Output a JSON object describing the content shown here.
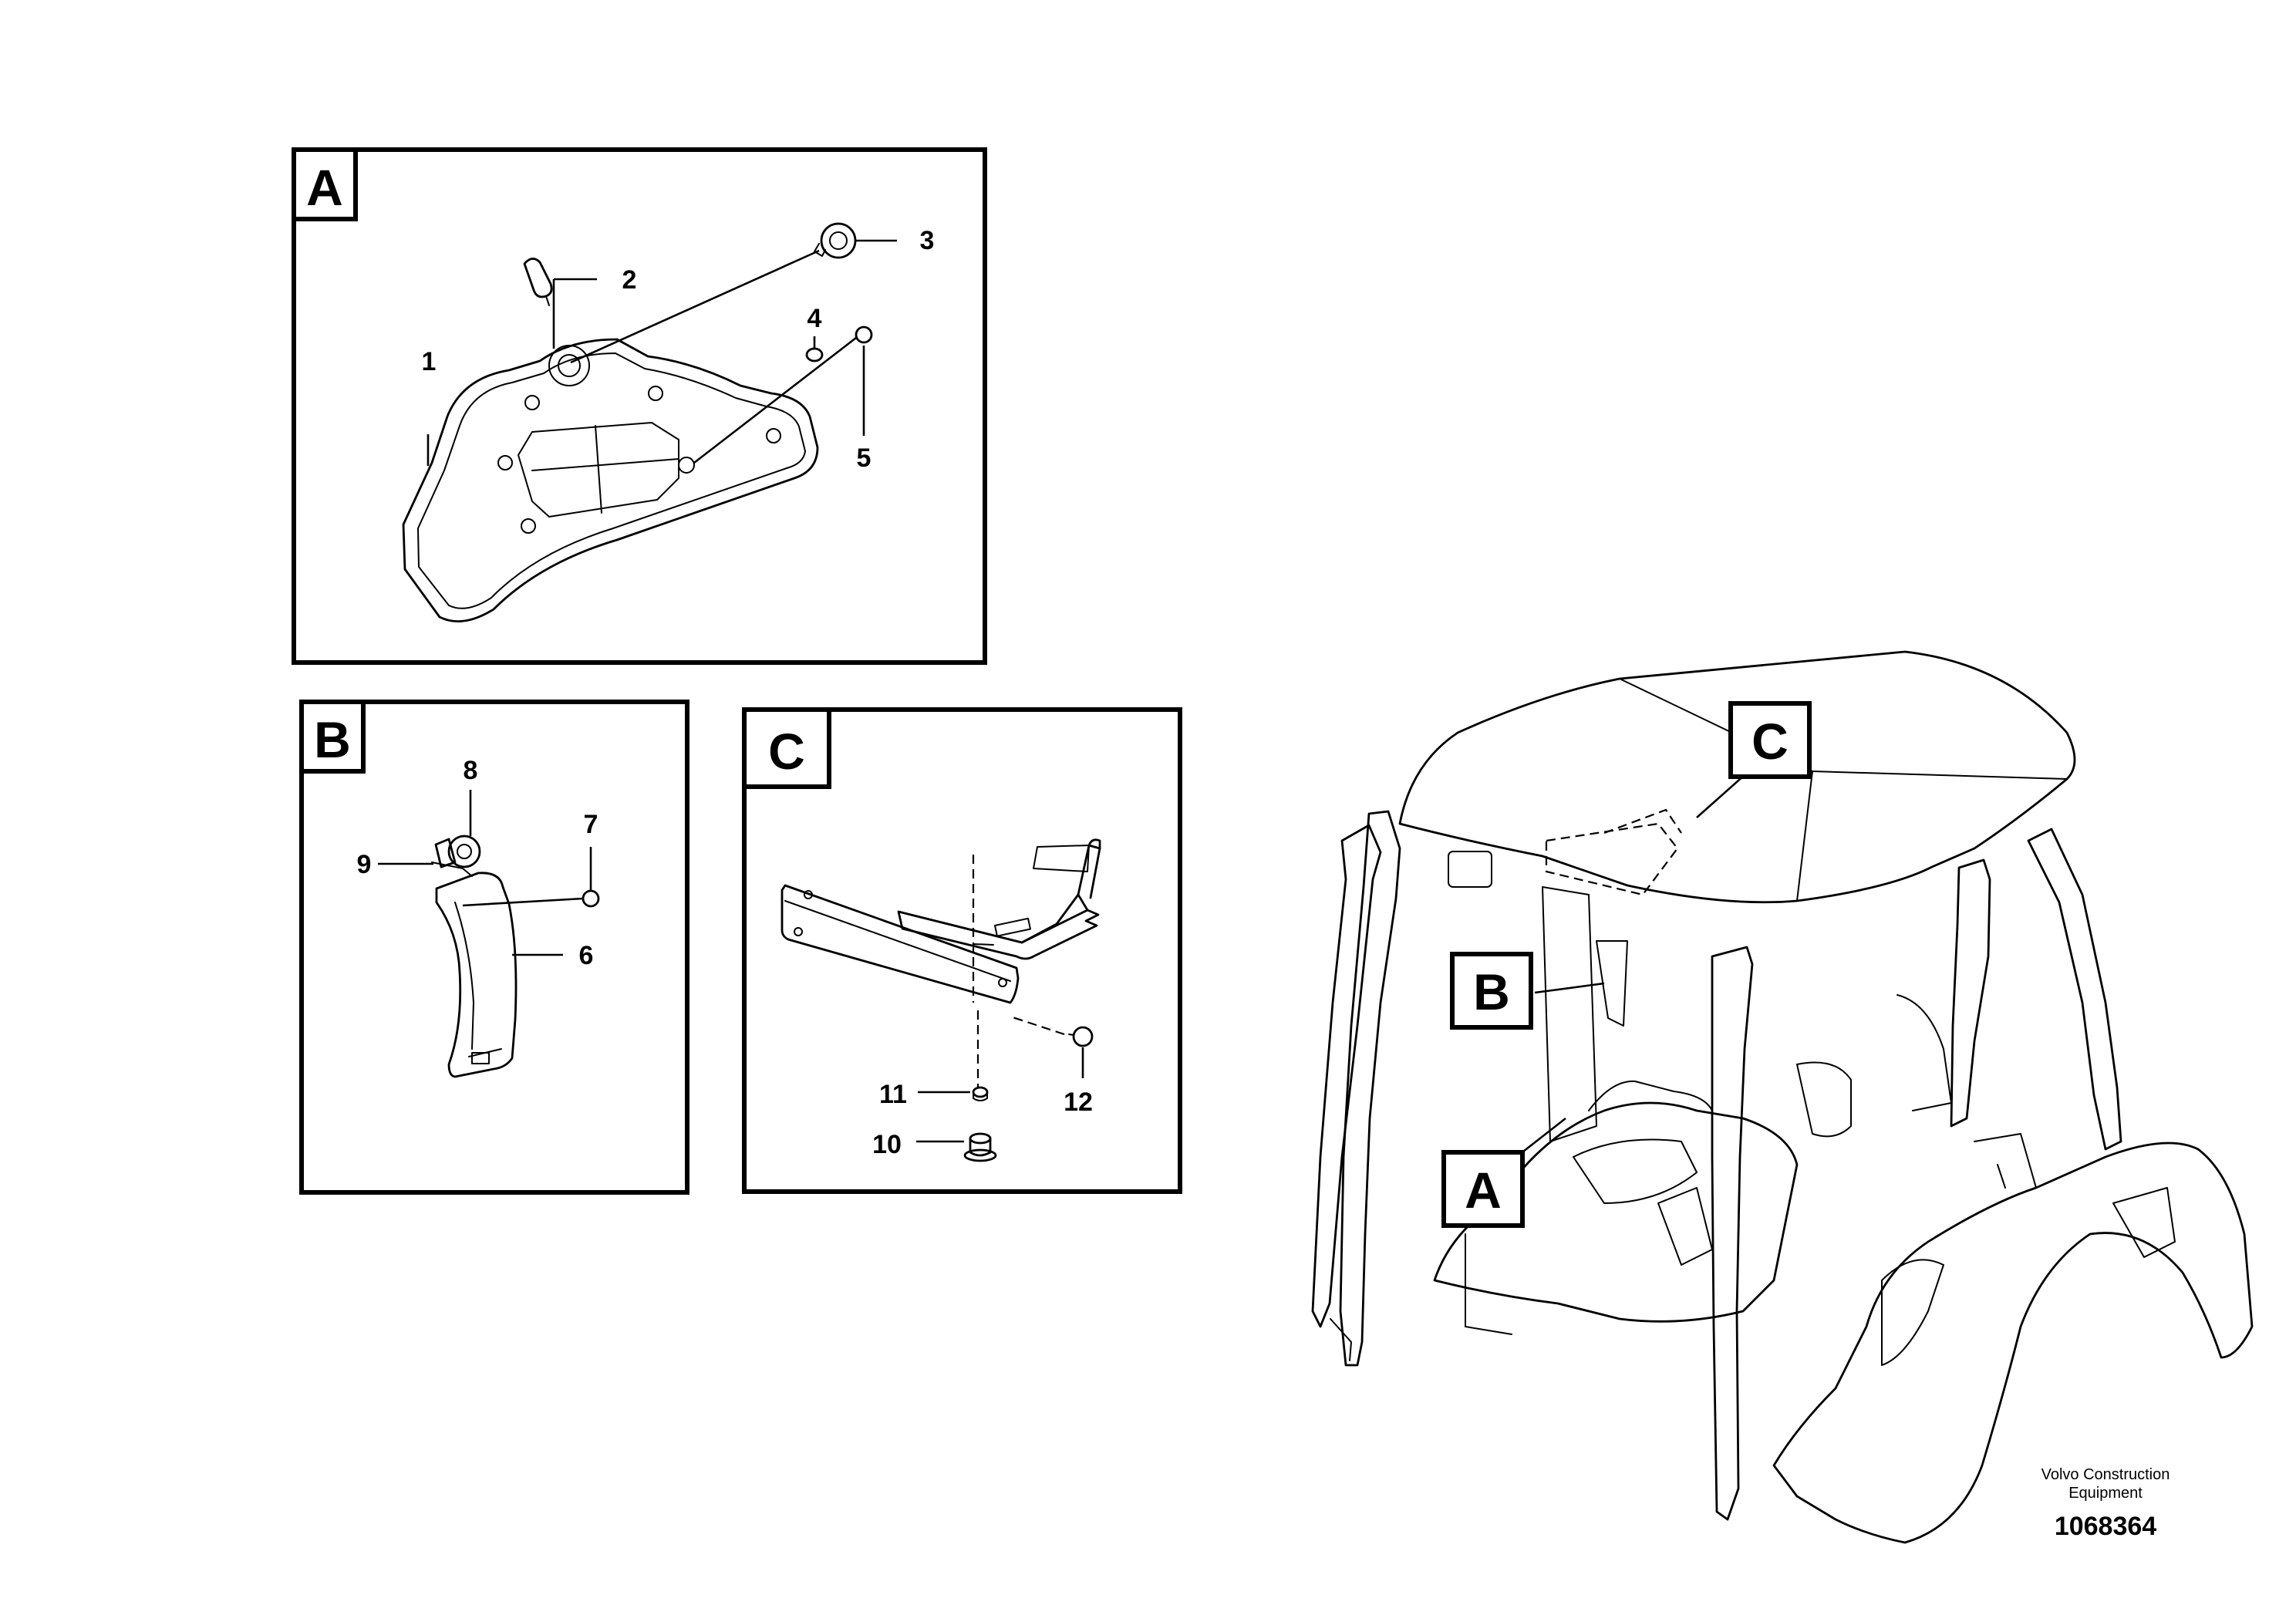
{
  "panels": {
    "a": {
      "letter": "A"
    },
    "b": {
      "letter": "B"
    },
    "c": {
      "letter": "C"
    }
  },
  "callouts": {
    "a": {
      "letter": "A"
    },
    "b": {
      "letter": "B"
    },
    "c": {
      "letter": "C"
    }
  },
  "parts": [
    "1",
    "2",
    "3",
    "4",
    "5",
    "6",
    "7",
    "8",
    "9",
    "10",
    "11",
    "12"
  ],
  "footer": {
    "company_line1": "Volvo Construction",
    "company_line2": "Equipment",
    "drawing_number": "1068364"
  }
}
